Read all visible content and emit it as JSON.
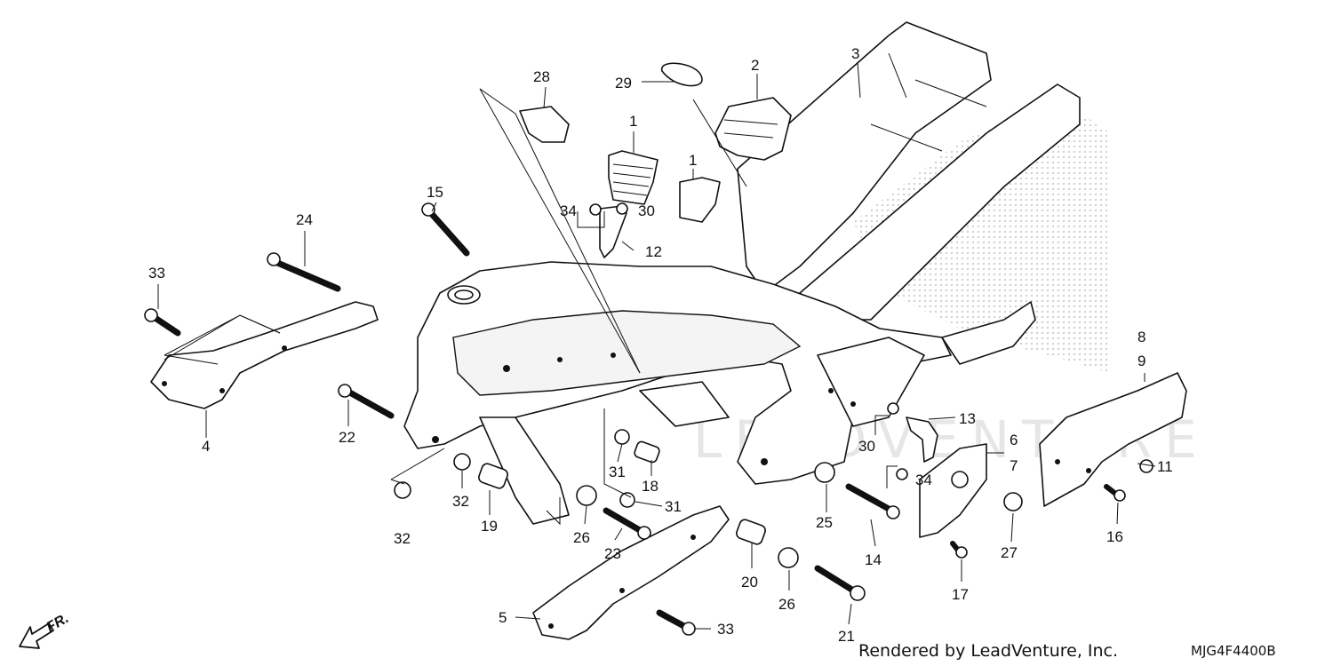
{
  "part_numbers": [
    {
      "id": "p28",
      "text": "28"
    },
    {
      "id": "p29",
      "text": "29"
    },
    {
      "id": "p2",
      "text": "2"
    },
    {
      "id": "p3",
      "text": "3"
    },
    {
      "id": "p1a",
      "text": "1"
    },
    {
      "id": "p1b",
      "text": "1"
    },
    {
      "id": "p34a",
      "text": "34"
    },
    {
      "id": "p30a",
      "text": "30"
    },
    {
      "id": "p12",
      "text": "12"
    },
    {
      "id": "p15",
      "text": "15"
    },
    {
      "id": "p24",
      "text": "24"
    },
    {
      "id": "p33a",
      "text": "33"
    },
    {
      "id": "p4",
      "text": "4"
    },
    {
      "id": "p22",
      "text": "22"
    },
    {
      "id": "p32a",
      "text": "32"
    },
    {
      "id": "p32b",
      "text": "32"
    },
    {
      "id": "p19",
      "text": "19"
    },
    {
      "id": "p31a",
      "text": "31"
    },
    {
      "id": "p18",
      "text": "18"
    },
    {
      "id": "p31b",
      "text": "31"
    },
    {
      "id": "p26a",
      "text": "26"
    },
    {
      "id": "p23",
      "text": "23"
    },
    {
      "id": "p20",
      "text": "20"
    },
    {
      "id": "p26b",
      "text": "26"
    },
    {
      "id": "p21",
      "text": "21"
    },
    {
      "id": "p25",
      "text": "25"
    },
    {
      "id": "p14",
      "text": "14"
    },
    {
      "id": "p13",
      "text": "13"
    },
    {
      "id": "p30b",
      "text": "30"
    },
    {
      "id": "p34b",
      "text": "34"
    },
    {
      "id": "p17",
      "text": "17"
    },
    {
      "id": "p6",
      "text": "6"
    },
    {
      "id": "p7",
      "text": "7"
    },
    {
      "id": "p27",
      "text": "27"
    },
    {
      "id": "p8",
      "text": "8"
    },
    {
      "id": "p9",
      "text": "9"
    },
    {
      "id": "p11",
      "text": "11"
    },
    {
      "id": "p16",
      "text": "16"
    },
    {
      "id": "p5",
      "text": "5"
    },
    {
      "id": "p33b",
      "text": "33"
    }
  ],
  "direction_label": "FR.",
  "watermark": "LEADVENTURE",
  "footer": {
    "rendered_by": "Rendered by LeadVenture, Inc.",
    "diagram_code": "MJG4F4400B"
  },
  "colors": {
    "line": "#111111",
    "background": "#ffffff",
    "dot_pattern": "#c8c8c8",
    "watermark": "#e4e4e4"
  }
}
